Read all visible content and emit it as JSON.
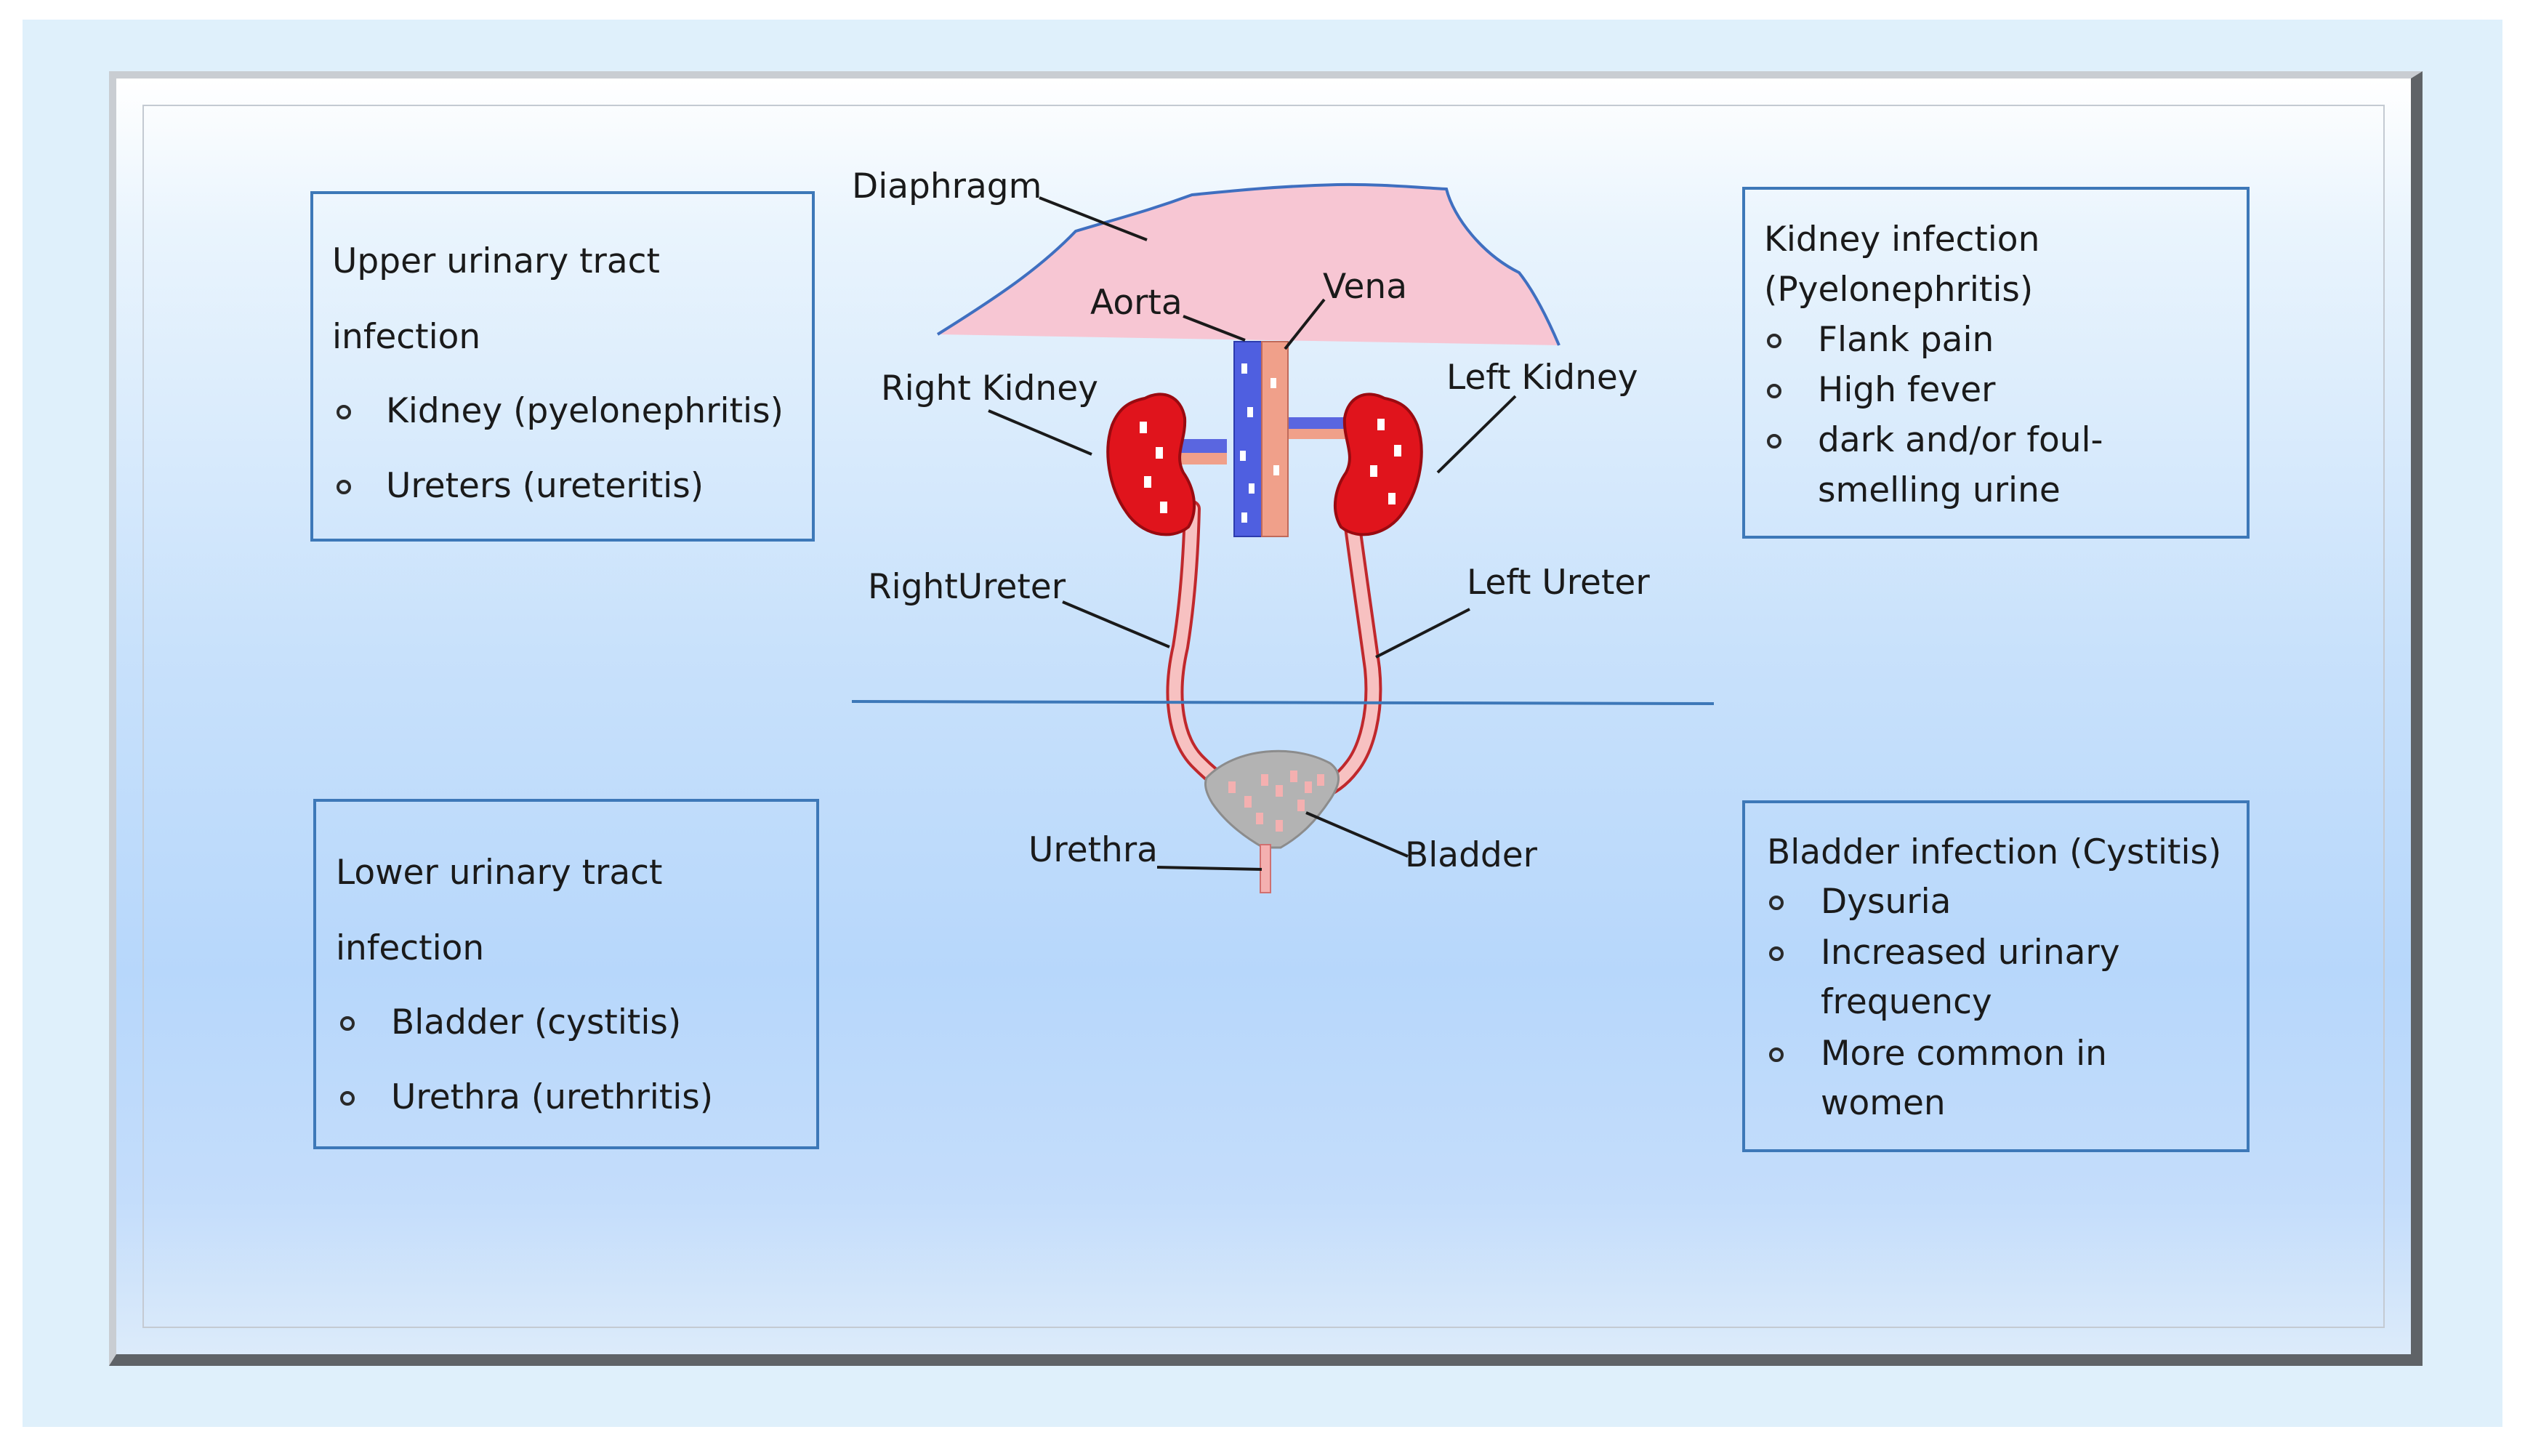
{
  "upper_box": {
    "title_line1": "Upper urinary tract",
    "title_line2": "infection",
    "items": [
      "Kidney (pyelonephritis)",
      "Ureters (ureteritis)"
    ]
  },
  "lower_box": {
    "title_line1": "Lower urinary tract",
    "title_line2": "infection",
    "items": [
      "Bladder (cystitis)",
      "Urethra (urethritis)"
    ]
  },
  "kidney_box": {
    "title_line1": "Kidney infection",
    "title_line2": "(Pyelonephritis)",
    "items": [
      {
        "line1": "Flank pain",
        "line2": ""
      },
      {
        "line1": "High fever",
        "line2": ""
      },
      {
        "line1": "dark and/or foul-",
        "line2": "smelling urine"
      }
    ]
  },
  "bladder_box": {
    "title": "Bladder infection (Cystitis)",
    "items": [
      {
        "line1": "Dysuria",
        "line2": ""
      },
      {
        "line1": "Increased urinary",
        "line2": "frequency"
      },
      {
        "line1": "More common in",
        "line2": "women"
      }
    ]
  },
  "diagram_labels": {
    "diaphragm": "Diaphragm",
    "aorta": "Aorta",
    "vena": "Vena",
    "right_kidney": "Right Kidney",
    "left_kidney": "Left Kidney",
    "right_ureter": "RightUreter",
    "left_ureter": "Left Ureter",
    "urethra": "Urethra",
    "bladder": "Bladder"
  },
  "colors": {
    "box_border": "#3d78b8",
    "diaphragm_fill": "#f7c6d3",
    "kidney_red": "#e0141c",
    "aorta_blue": "#4f5fe0",
    "vena_salmon": "#f0a08a",
    "bladder_gray": "#b3b3b3"
  }
}
